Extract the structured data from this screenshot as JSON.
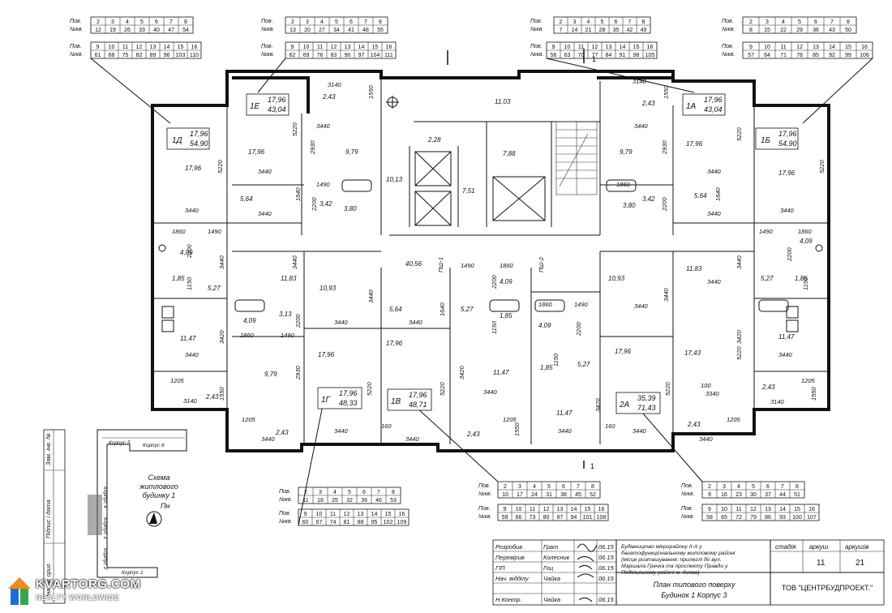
{
  "tables": {
    "row_label_floor": "Пов.",
    "row_label_apt": "№кв.",
    "t1": {
      "floors": [
        "2",
        "3",
        "4",
        "5",
        "6",
        "7",
        "8"
      ],
      "apts": [
        "12",
        "19",
        "26",
        "33",
        "40",
        "47",
        "54"
      ]
    },
    "t2": {
      "floors": [
        "9",
        "10",
        "11",
        "12",
        "13",
        "14",
        "15",
        "16"
      ],
      "apts": [
        "61",
        "68",
        "75",
        "82",
        "89",
        "96",
        "103",
        "110"
      ]
    },
    "t3": {
      "floors": [
        "2",
        "3",
        "4",
        "5",
        "6",
        "7",
        "8"
      ],
      "apts": [
        "13",
        "20",
        "27",
        "34",
        "41",
        "48",
        "55"
      ]
    },
    "t4": {
      "floors": [
        "9",
        "10",
        "11",
        "12",
        "13",
        "14",
        "15",
        "16"
      ],
      "apts": [
        "62",
        "69",
        "76",
        "83",
        "90",
        "97",
        "104",
        "111"
      ]
    },
    "t5": {
      "floors": [
        "2",
        "3",
        "4",
        "5",
        "6",
        "7",
        "8"
      ],
      "apts": [
        "7",
        "14",
        "21",
        "28",
        "35",
        "42",
        "49"
      ]
    },
    "t6": {
      "floors": [
        "9",
        "10",
        "11",
        "12",
        "13",
        "14",
        "15",
        "16"
      ],
      "apts": [
        "56",
        "63",
        "70",
        "77",
        "84",
        "91",
        "98",
        "105"
      ]
    },
    "t7": {
      "floors": [
        "2",
        "3",
        "4",
        "5",
        "6",
        "7",
        "8"
      ],
      "apts": [
        "8",
        "15",
        "22",
        "29",
        "36",
        "43",
        "50"
      ]
    },
    "t8": {
      "floors": [
        "9",
        "10",
        "11",
        "12",
        "13",
        "14",
        "15",
        "16"
      ],
      "apts": [
        "57",
        "64",
        "71",
        "78",
        "85",
        "92",
        "99",
        "106"
      ]
    },
    "t9": {
      "floors": [
        "2",
        "3",
        "4",
        "5",
        "6",
        "7",
        "8"
      ],
      "apts": [
        "11",
        "18",
        "25",
        "32",
        "39",
        "46",
        "53"
      ]
    },
    "t10": {
      "floors": [
        "9",
        "10",
        "11",
        "12",
        "13",
        "14",
        "15",
        "16"
      ],
      "apts": [
        "60",
        "67",
        "74",
        "81",
        "88",
        "95",
        "102",
        "109"
      ]
    },
    "t11": {
      "floors": [
        "2",
        "3",
        "4",
        "5",
        "6",
        "7",
        "8"
      ],
      "apts": [
        "10",
        "17",
        "24",
        "31",
        "38",
        "45",
        "52"
      ]
    },
    "t12": {
      "floors": [
        "9",
        "10",
        "11",
        "12",
        "13",
        "14",
        "15",
        "16"
      ],
      "apts": [
        "59",
        "66",
        "73",
        "80",
        "87",
        "94",
        "101",
        "108"
      ]
    },
    "t13": {
      "floors": [
        "2",
        "3",
        "4",
        "5",
        "6",
        "7",
        "8"
      ],
      "apts": [
        "9",
        "16",
        "23",
        "30",
        "37",
        "44",
        "51"
      ]
    },
    "t14": {
      "floors": [
        "9",
        "10",
        "11",
        "12",
        "13",
        "14",
        "15",
        "16"
      ],
      "apts": [
        "58",
        "65",
        "72",
        "79",
        "86",
        "93",
        "100",
        "107"
      ]
    }
  },
  "apartments": {
    "a1D": {
      "code": "1Д",
      "living": "17,96",
      "total": "54,90"
    },
    "a1E": {
      "code": "1Е",
      "living": "17,96",
      "total": "43,04"
    },
    "a1A": {
      "code": "1А",
      "living": "17,96",
      "total": "43,04"
    },
    "a1B": {
      "code": "1Б",
      "living": "17,96",
      "total": "54,90"
    },
    "a1G": {
      "code": "1Г",
      "living": "17,96",
      "total": "48,33"
    },
    "a1V": {
      "code": "1В",
      "living": "17,96",
      "total": "48,71"
    },
    "a2A": {
      "code": "2А",
      "living": "35,39",
      "total": "71,43"
    }
  },
  "rooms": {
    "r_17_96": "17,96",
    "r_9_79": "9,79",
    "r_5_64": "5,64",
    "r_2_43": "2,43",
    "r_4_09": "4,09",
    "r_1_85": "1,85",
    "r_5_27": "5,27",
    "r_11_47": "11,47",
    "r_11_83": "11,83",
    "r_10_93": "10,93",
    "r_3_13": "3,13",
    "r_3_42": "3,42",
    "r_3_80": "3,80",
    "r_10_13": "10,13",
    "r_2_28": "2,28",
    "r_11_03": "11,03",
    "r_7_88": "7,88",
    "r_7_51": "7,51",
    "r_40_56": "40,56",
    "r_17_43": "17,43"
  },
  "dims": {
    "d3440": "3440",
    "d3140": "3140",
    "d1550": "1550",
    "d5220": "5220",
    "d2930": "2930",
    "d1490": "1490",
    "d1860": "1860",
    "d2200": "2200",
    "d1640": "1640",
    "d1150": "1150",
    "d3420": "3420",
    "d1205": "1205",
    "d160": "160",
    "d100": "100",
    "d3340": "3340"
  },
  "shafts": {
    "p1": "ПШ-1",
    "p2": "ПШ-2"
  },
  "section": {
    "cut": "1-1",
    "mark": "1"
  },
  "scheme": {
    "title_line1": "Схема",
    "title_line2": "житлового",
    "title_line3": "будинку 1",
    "north": "Пн",
    "k5": "Корпус 5",
    "k6": "Корпус 6",
    "k4": "Корпус 4",
    "k3": "Корпус 3",
    "k2": "Корпус 2",
    "k1": "Корпус 1"
  },
  "side_stamp": {
    "inv_zam": "Зам. інв. №",
    "sign_date": "Підпис і дата",
    "inv_orig": "Інв. № ориг."
  },
  "title_block": {
    "roles": [
      "Розробив",
      "Перевірив",
      "ГІП",
      "Нач. відділу",
      "",
      "Н.Контр."
    ],
    "names": [
      "Грат",
      "Колесник",
      "Гоц",
      "Чайка",
      "",
      "Чайка"
    ],
    "dates": [
      "06.15",
      "06.15",
      "06.15",
      "06.15",
      "",
      "06.15"
    ],
    "project_text": "Будівництво мікрорайону ІІ-А у багатофункціональному житловому районі (місце розташування: прилеглі до вул. Маршала Гречка та проспекту Правди у Подільському районі м. Києва)",
    "sheet_title_1": "План типового поверху",
    "sheet_title_2": "Будинок 1 Корпус 3",
    "stage_h": "стадія",
    "sheet_h": "аркуш",
    "sheets_h": "аркушів",
    "sheet_no": "11",
    "sheets_no": "21",
    "company": "ТОВ \"ЦЕНТРБУДПРОЕКТ.\""
  },
  "watermark": {
    "title": "KVARTORG.COM",
    "subtitle": "REALTY WORLDWIDE",
    "colors": {
      "blue": "#1f6fd1",
      "green": "#3aa64a",
      "orange": "#f08a1c"
    }
  }
}
